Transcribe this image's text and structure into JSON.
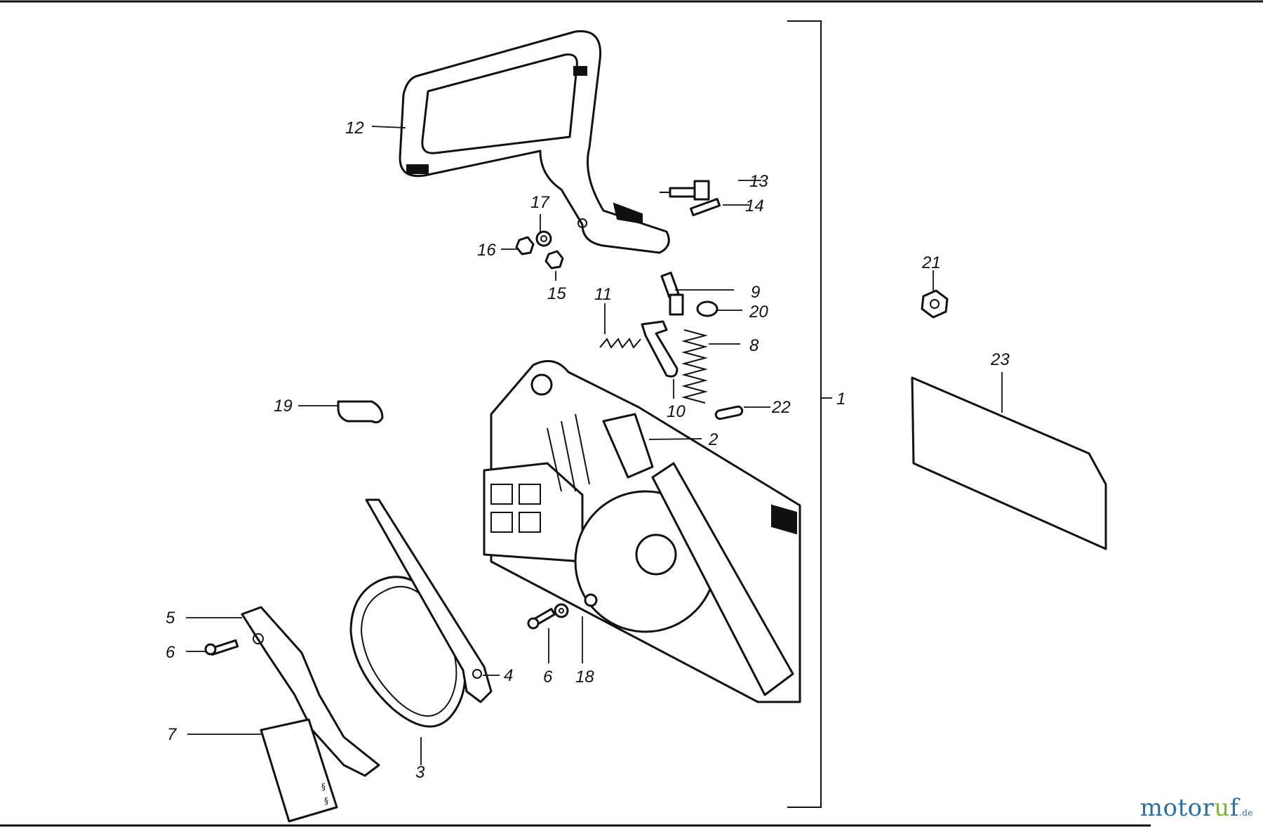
{
  "callouts": {
    "c1": "1",
    "c2": "2",
    "c3": "3",
    "c4": "4",
    "c5": "5",
    "c6a": "6",
    "c6b": "6",
    "c7": "7",
    "c8": "8",
    "c9": "9",
    "c10": "10",
    "c11": "11",
    "c12": "12",
    "c13": "13",
    "c14": "14",
    "c15": "15",
    "c16": "16",
    "c17": "17",
    "c18": "18",
    "c19": "19",
    "c20": "20",
    "c21": "21",
    "c22": "22",
    "c23": "23"
  },
  "watermark": {
    "a": "motor",
    "b": "u",
    "c": "f",
    "tld": ".de"
  },
  "colors": {
    "ink": "#111111",
    "brand_blue": "#2f6e9a",
    "brand_green": "#7fb23a"
  }
}
